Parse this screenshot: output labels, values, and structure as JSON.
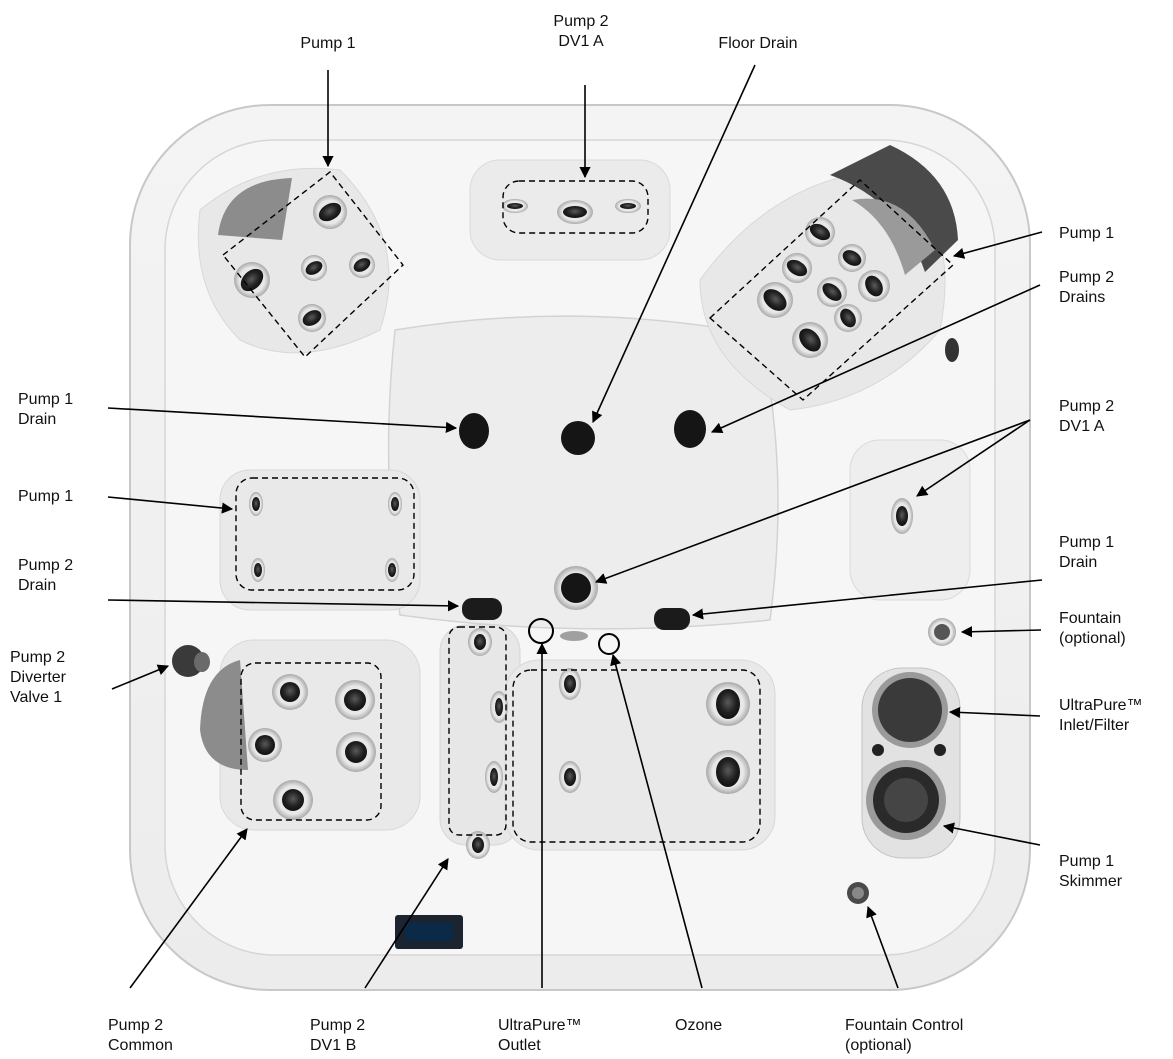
{
  "labels": {
    "top_pump1": [
      "Pump 1"
    ],
    "top_pump2_dv1a": [
      "Pump 2",
      "DV1 A"
    ],
    "floor_drain": [
      "Floor Drain"
    ],
    "right_pump1": [
      "Pump 1"
    ],
    "right_pump2_drains": [
      "Pump 2",
      "Drains"
    ],
    "right_pump2_dv1a": [
      "Pump 2",
      "DV1 A"
    ],
    "right_pump1_drain": [
      "Pump 1",
      "Drain"
    ],
    "fountain": [
      "Fountain",
      "(optional)"
    ],
    "ultrapure_inlet": [
      "UltraPure™",
      "Inlet/Filter"
    ],
    "pump1_skimmer": [
      "Pump 1",
      "Skimmer"
    ],
    "left_pump1_drain": [
      "Pump 1",
      "Drain"
    ],
    "left_pump1": [
      "Pump 1"
    ],
    "left_pump2_drain": [
      "Pump 2",
      "Drain"
    ],
    "diverter_valve": [
      "Pump 2",
      "Diverter",
      "Valve 1"
    ],
    "bottom_pump2_common": [
      "Pump 2",
      "Common"
    ],
    "bottom_pump2_dv1b": [
      "Pump 2",
      "DV1 B"
    ],
    "ultrapure_outlet": [
      "UltraPure™",
      "Outlet"
    ],
    "ozone": [
      "Ozone"
    ],
    "fountain_control": [
      "Fountain Control",
      "(optional)"
    ]
  },
  "colors": {
    "shell": "#f1f1f1",
    "shell_edge": "#c8c8c8",
    "seat": "#e6e6e6",
    "jet_dark": "#2b2b2b",
    "headrest": "#8c8c8c",
    "panel": "#1c2430"
  }
}
